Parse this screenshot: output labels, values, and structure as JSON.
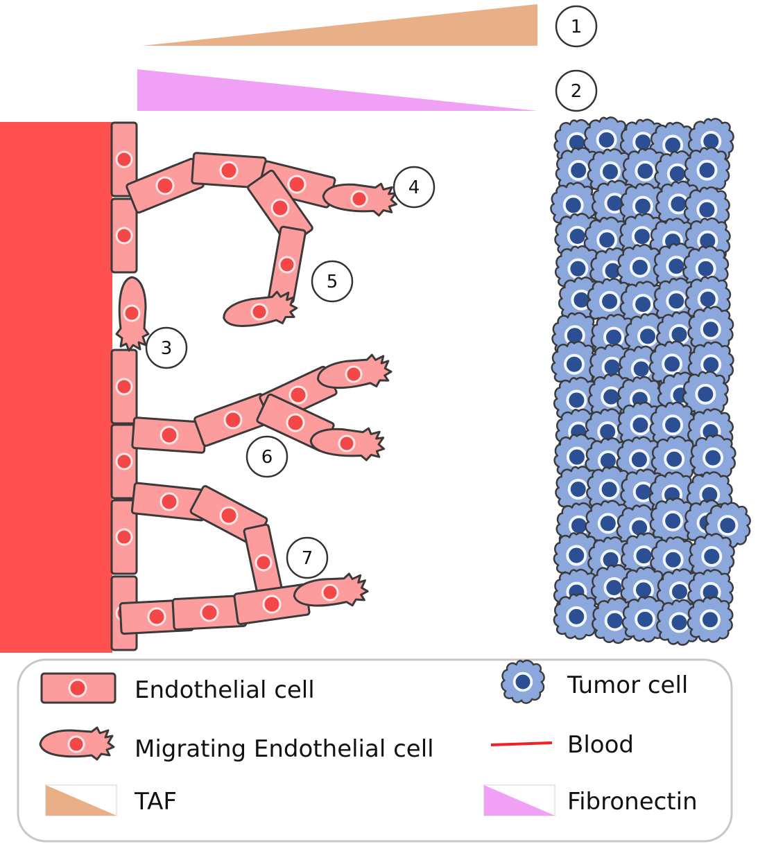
{
  "markers": [
    "1",
    "2",
    "3",
    "4",
    "5",
    "6",
    "7"
  ],
  "legend": {
    "endothelial_cell": "Endothelial  cell",
    "migrating_endothelial_cell": "Migrating Endothelial cell",
    "taf": "TAF",
    "tumor_cell": "Tumor cell",
    "blood": "Blood",
    "fibronectin": "Fibronectin"
  },
  "colors": {
    "blood": "#ff5050",
    "endothelial": "#fc9c9c",
    "nucleus": "#f44848",
    "tumor": "#8ba7dc",
    "tumor_nucleus": "#2b4f92",
    "taf": "#e9b087",
    "fibronectin": "#f0a0f5",
    "blood_line": "#ee2222"
  }
}
